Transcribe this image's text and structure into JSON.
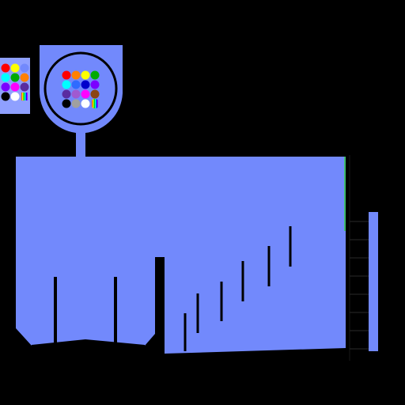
{
  "colors": {
    "background": "#000000",
    "board": "#7289fc",
    "outline": "#000000",
    "panel": "#8fa0ff",
    "green_accent": "#2ecc40"
  },
  "palette": {
    "name": "color-palette",
    "swatches": [
      "#ff0000",
      "#ffff00",
      "#7289fc",
      "#00ffff",
      "#00aa00",
      "#ff8000",
      "#7b00ff",
      "#ff00ff",
      "#5a2ca0",
      "#000000",
      "#ffffff",
      "rainbow"
    ]
  },
  "hopper": {
    "name": "ball-hopper",
    "balls": [
      [
        "#ff0000",
        "#ff8000",
        "#ffff00",
        "#00aa00"
      ],
      [
        "#00ffff",
        "#2f6bff",
        "#0000cc",
        "#7b00ff"
      ],
      [
        "#5a2ca0",
        "#a05ad0",
        "#ff00ff",
        "#8b4513"
      ],
      [
        "#000000",
        "#a0a0a0",
        "#ffffff",
        "rainbow"
      ]
    ]
  },
  "board": {
    "name": "marble-board",
    "left_pegs": 2,
    "ramp_pegs": 6
  },
  "side_meter": {
    "name": "side-meter",
    "segments": 8
  }
}
